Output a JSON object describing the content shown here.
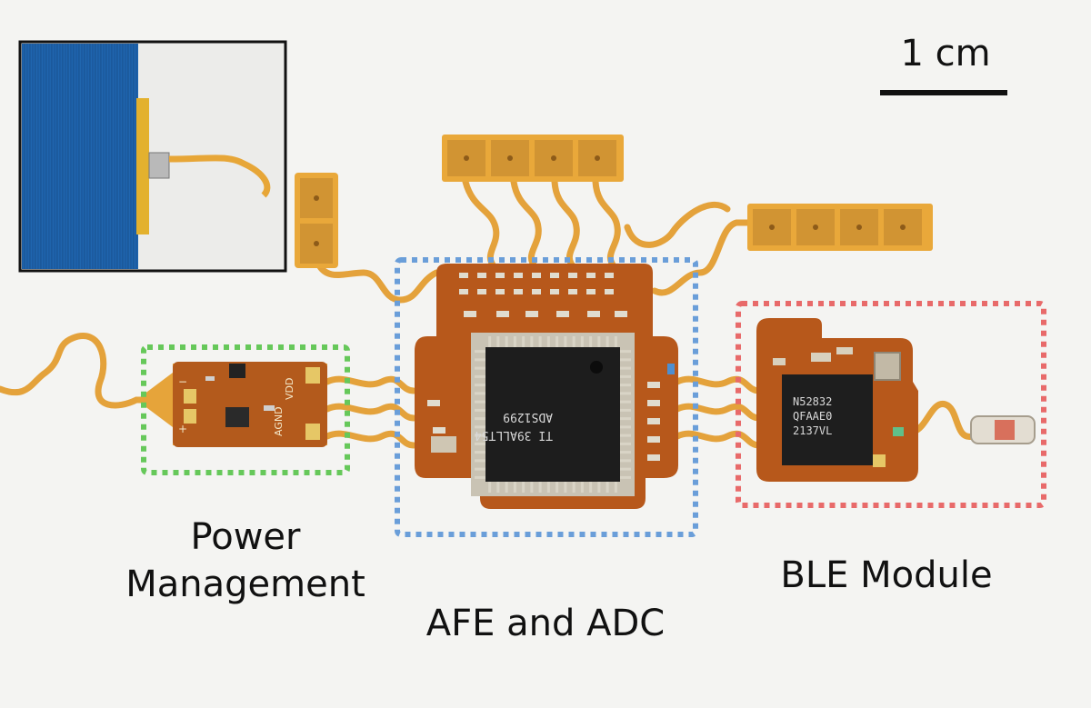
{
  "figure": {
    "scale_bar_label": "1 cm",
    "labels": {
      "power_line1": "Power",
      "power_line2": "Management",
      "afe": "AFE and ADC",
      "ble": "BLE Module"
    },
    "chip_markings": {
      "afe_line1": "ADS1299",
      "afe_line2": "TI 39ALLT54",
      "ble_line1": "N52832",
      "ble_line2": "QFAAE0",
      "ble_line3": "2137VL"
    },
    "pcb_markings": {
      "agnd": "AGND",
      "vdd": "VDD",
      "plus": "+",
      "minus": "−"
    },
    "colors": {
      "power_box": "#66c85a",
      "afe_box": "#6a9ed9",
      "ble_box": "#e86a6a",
      "flex_pcb": "#e7a637",
      "rigid_pcb": "#b5561a",
      "inset_foam": "#1c5fa8"
    }
  }
}
